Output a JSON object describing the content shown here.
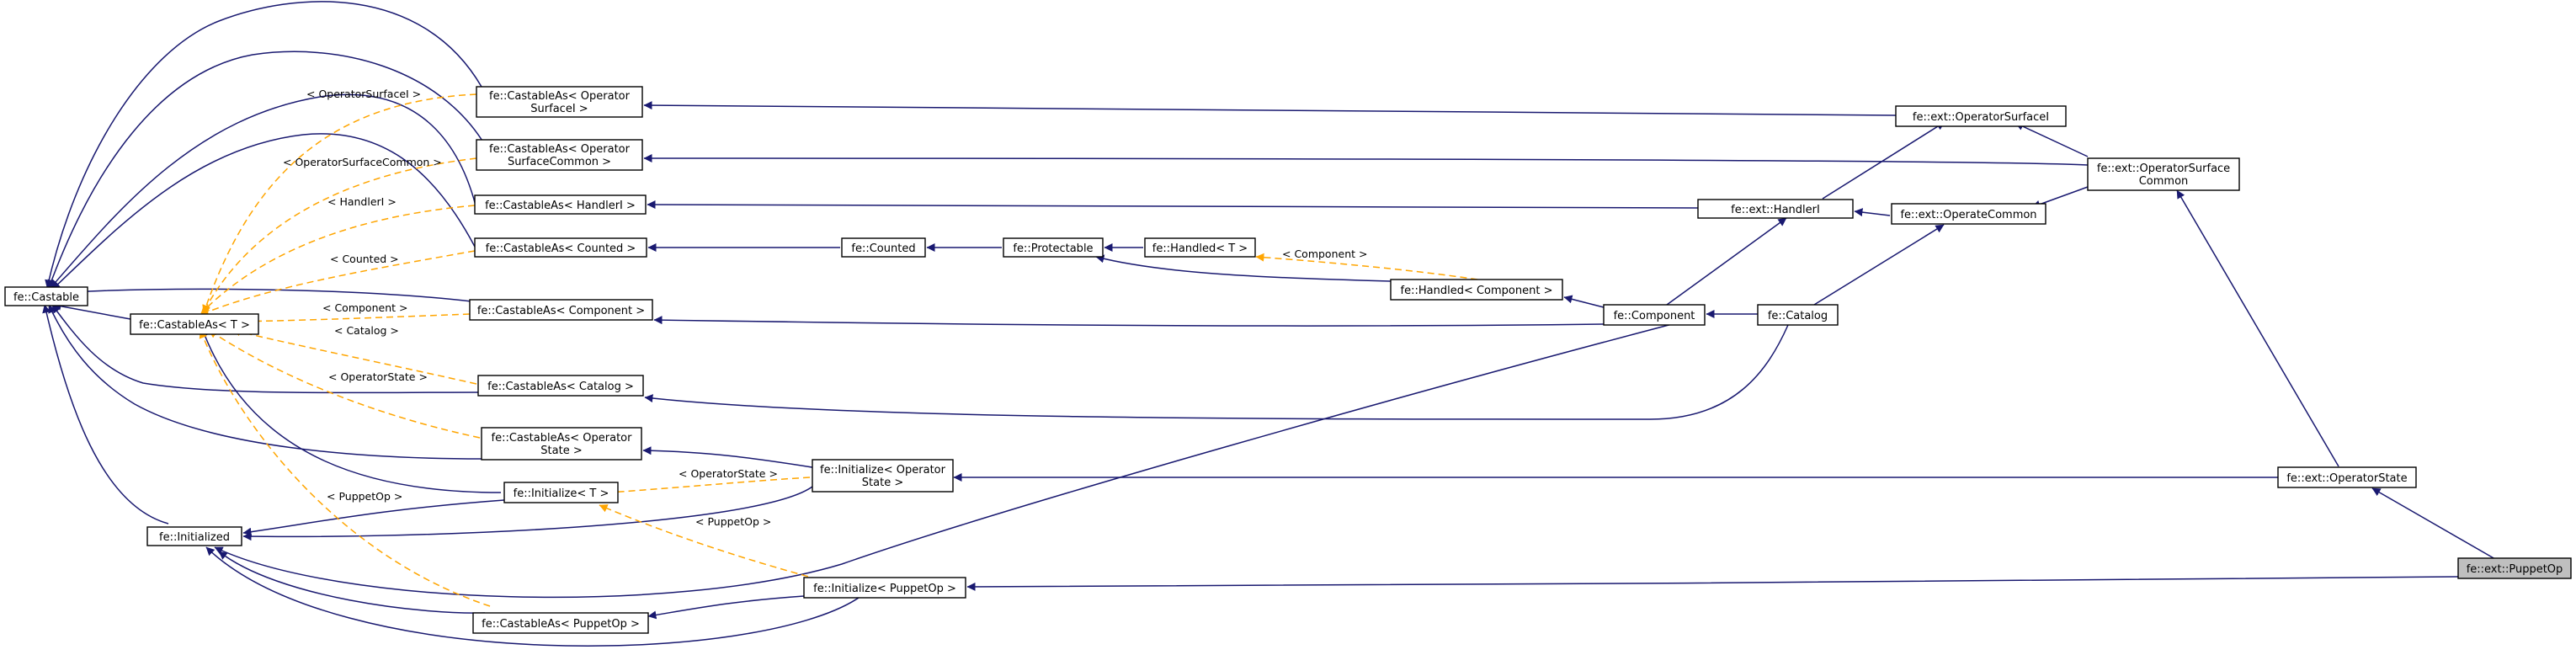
{
  "diagram": {
    "nodes": [
      {
        "id": "castable",
        "lines": [
          "fe::Castable"
        ]
      },
      {
        "id": "castableas_t",
        "lines": [
          "fe::CastableAs< T >"
        ]
      },
      {
        "id": "initialized",
        "lines": [
          "fe::Initialized"
        ]
      },
      {
        "id": "ca_opsurfacei",
        "lines": [
          "fe::CastableAs< Operator",
          "SurfaceI >"
        ]
      },
      {
        "id": "ca_opsurfacecommon",
        "lines": [
          "fe::CastableAs< Operator",
          "SurfaceCommon >"
        ]
      },
      {
        "id": "ca_handleri",
        "lines": [
          "fe::CastableAs< HandlerI >"
        ]
      },
      {
        "id": "ca_counted",
        "lines": [
          "fe::CastableAs< Counted >"
        ]
      },
      {
        "id": "ca_component",
        "lines": [
          "fe::CastableAs< Component >"
        ]
      },
      {
        "id": "ca_catalog",
        "lines": [
          "fe::CastableAs< Catalog >"
        ]
      },
      {
        "id": "ca_opstate",
        "lines": [
          "fe::CastableAs< Operator",
          "State >"
        ]
      },
      {
        "id": "init_t",
        "lines": [
          "fe::Initialize< T >"
        ]
      },
      {
        "id": "ca_puppetop",
        "lines": [
          "fe::CastableAs< PuppetOp >"
        ]
      },
      {
        "id": "init_opstate",
        "lines": [
          "fe::Initialize< Operator",
          "State >"
        ]
      },
      {
        "id": "init_puppetop",
        "lines": [
          "fe::Initialize< PuppetOp >"
        ]
      },
      {
        "id": "counted",
        "lines": [
          "fe::Counted"
        ]
      },
      {
        "id": "protectable",
        "lines": [
          "fe::Protectable"
        ]
      },
      {
        "id": "handled_t",
        "lines": [
          "fe::Handled< T >"
        ]
      },
      {
        "id": "handled_component",
        "lines": [
          "fe::Handled< Component >"
        ]
      },
      {
        "id": "component",
        "lines": [
          "fe::Component"
        ]
      },
      {
        "id": "catalog",
        "lines": [
          "fe::Catalog"
        ]
      },
      {
        "id": "handleri",
        "lines": [
          "fe::ext::HandlerI"
        ]
      },
      {
        "id": "operatecommon",
        "lines": [
          "fe::ext::OperateCommon"
        ]
      },
      {
        "id": "opsurfacei",
        "lines": [
          "fe::ext::OperatorSurfaceI"
        ]
      },
      {
        "id": "opsurfacecommon",
        "lines": [
          "fe::ext::OperatorSurface",
          "Common"
        ]
      },
      {
        "id": "opstate",
        "lines": [
          "fe::ext::OperatorState"
        ]
      },
      {
        "id": "puppetop",
        "lines": [
          "fe::ext::PuppetOp"
        ]
      }
    ],
    "edge_labels": [
      {
        "id": "lbl_opsurfacei",
        "text": "< OperatorSurfaceI >"
      },
      {
        "id": "lbl_opsurfacecommon",
        "text": "< OperatorSurfaceCommon >"
      },
      {
        "id": "lbl_handleri",
        "text": "< HandlerI >"
      },
      {
        "id": "lbl_counted",
        "text": "< Counted >"
      },
      {
        "id": "lbl_component",
        "text": "< Component >"
      },
      {
        "id": "lbl_catalog",
        "text": "< Catalog >"
      },
      {
        "id": "lbl_opstate_ca",
        "text": "< OperatorState >"
      },
      {
        "id": "lbl_puppetop_ca",
        "text": "< PuppetOp >"
      },
      {
        "id": "lbl_opstate_init",
        "text": "< OperatorState >"
      },
      {
        "id": "lbl_puppetop_init",
        "text": "< PuppetOp >"
      },
      {
        "id": "lbl_component_handled",
        "text": "< Component >"
      }
    ],
    "colors": {
      "inheritance_edge": "#191970",
      "template_edge": "#ffa500",
      "highlight_node": "#bfbfbf"
    }
  }
}
